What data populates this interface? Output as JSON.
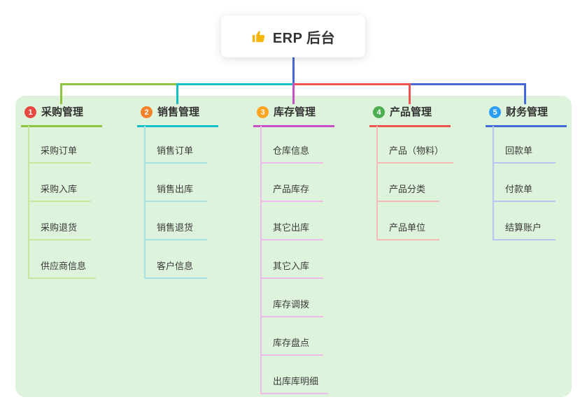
{
  "root": {
    "label": "ERP 后台",
    "icon": "thumbs-up-icon",
    "icon_color": "#f5b50a",
    "line_color": "#4468d9"
  },
  "panel": {
    "background": "#def3dc"
  },
  "branches": [
    {
      "number": "1",
      "label": "采购管理",
      "badge_color": "#e8483e",
      "line_color": "#8cc63e",
      "child_line_color": "#c8e59b",
      "children": [
        "采购订单",
        "采购入库",
        "采购退货",
        "供应商信息"
      ]
    },
    {
      "number": "2",
      "label": "销售管理",
      "badge_color": "#f5822a",
      "line_color": "#16bfc4",
      "child_line_color": "#a6e2e3",
      "children": [
        "销售订单",
        "销售出库",
        "销售退货",
        "客户信息"
      ]
    },
    {
      "number": "3",
      "label": "库存管理",
      "badge_color": "#ffa41f",
      "line_color": "#c84fc8",
      "child_line_color": "#eebbe9",
      "children": [
        "仓库信息",
        "产品库存",
        "其它出库",
        "其它入库",
        "库存调拨",
        "库存盘点",
        "出库库明细"
      ]
    },
    {
      "number": "4",
      "label": "产品管理",
      "badge_color": "#4cae4f",
      "line_color": "#f0534f",
      "child_line_color": "#f6bab6",
      "children": [
        "产品（物料）",
        "产品分类",
        "产品单位"
      ]
    },
    {
      "number": "5",
      "label": "财务管理",
      "badge_color": "#2b9df4",
      "line_color": "#4468d9",
      "child_line_color": "#b7c6f0",
      "children": [
        "回款单",
        "付款单",
        "结算账户"
      ]
    }
  ]
}
